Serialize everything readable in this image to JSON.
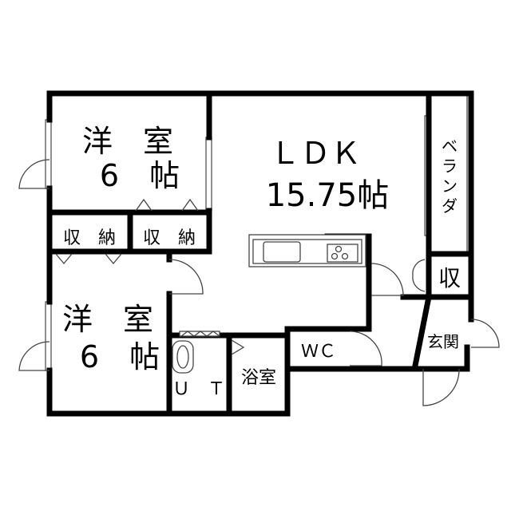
{
  "rooms": {
    "bedroom1": {
      "name": "洋　室",
      "size": "6　帖"
    },
    "bedroom2": {
      "name": "洋　室",
      "size": "6　帖"
    },
    "ldk": {
      "name": "ＬＤＫ",
      "size": "15.75帖"
    },
    "storage1": "収　納",
    "storage2": "収　納",
    "balcony": [
      "ベ",
      "ラ",
      "ン",
      "ダ"
    ],
    "storage3": "収",
    "entrance": "玄関",
    "toilet": "ＷＣ",
    "bath": "浴室",
    "utility": "Ｕ　Ｔ"
  }
}
